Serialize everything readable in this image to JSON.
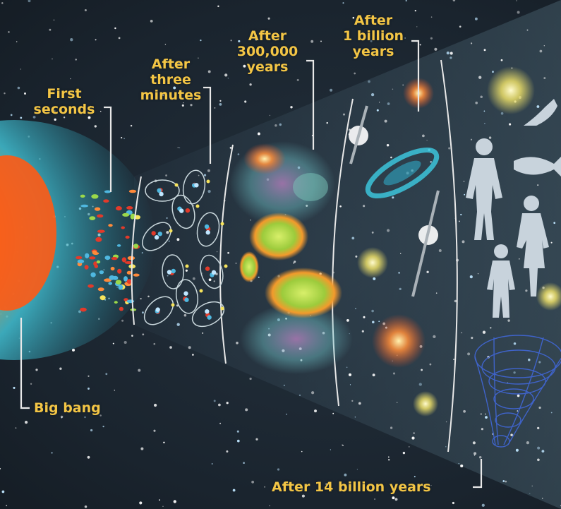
{
  "labels": {
    "first_seconds": "First\nseconds",
    "three_minutes": "After\nthree\nminutes",
    "three_hundred_k": "After\n300,000\nyears",
    "one_billion": "After\n1 billion\nyears",
    "big_bang": "Big bang",
    "fourteen_billion": "After  14 billion years"
  },
  "colors": {
    "label": "#f3c545",
    "background": "#1b2733",
    "bracket": "#e8e8e8"
  }
}
